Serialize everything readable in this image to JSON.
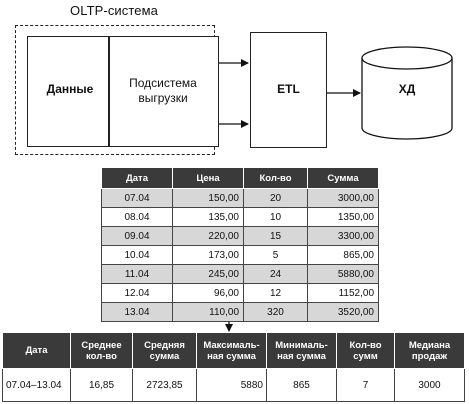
{
  "diagram": {
    "oltp_title": "OLTP-система",
    "data_label": "Данные",
    "subsystem_label": "Подсистема выгрузки",
    "etl_label": "ETL",
    "dw_label": "ХД"
  },
  "source_table": {
    "headers": [
      "Дата",
      "Цена",
      "Кол-во",
      "Сумма"
    ],
    "rows": [
      [
        "07.04",
        "150,00",
        "20",
        "3000,00"
      ],
      [
        "08.04",
        "135,00",
        "10",
        "1350,00"
      ],
      [
        "09.04",
        "220,00",
        "15",
        "3300,00"
      ],
      [
        "10.04",
        "173,00",
        "5",
        "865,00"
      ],
      [
        "11.04",
        "245,00",
        "24",
        "5880,00"
      ],
      [
        "12.04",
        "96,00",
        "12",
        "1152,00"
      ],
      [
        "13.04",
        "110,00",
        "320",
        "3520,00"
      ]
    ]
  },
  "aggregate_table": {
    "headers": [
      "Дата",
      "Среднее кол-во",
      "Средняя сумма",
      "Максималь-ная сумма",
      "Минималь-ная сумма",
      "Кол-во сумм",
      "Медиана продаж"
    ],
    "row": [
      "07.04–13.04",
      "16,85",
      "2723,85",
      "5880",
      "865",
      "7",
      "3000"
    ]
  }
}
